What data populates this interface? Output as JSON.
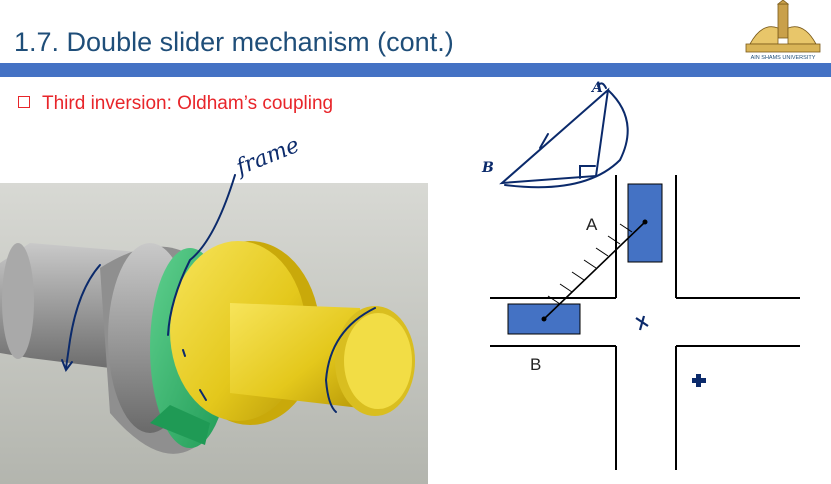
{
  "slide": {
    "title": "1.7. Double slider mechanism (cont.)",
    "bullet_text": "Third inversion: Oldham’s coupling"
  },
  "logo": {
    "caption": "AIN SHAMS UNIVERSITY"
  },
  "annotations": {
    "handwritten_frame": "frame",
    "sketch_label_a": "A",
    "sketch_label_b": "B"
  },
  "diagram": {
    "label_a": "A",
    "label_b": "B"
  },
  "colors": {
    "title": "#1f4e79",
    "bar": "#4472c4",
    "bullet": "#e8252a",
    "slider_fill": "#4472c4",
    "ink": "#0b2a6b"
  }
}
